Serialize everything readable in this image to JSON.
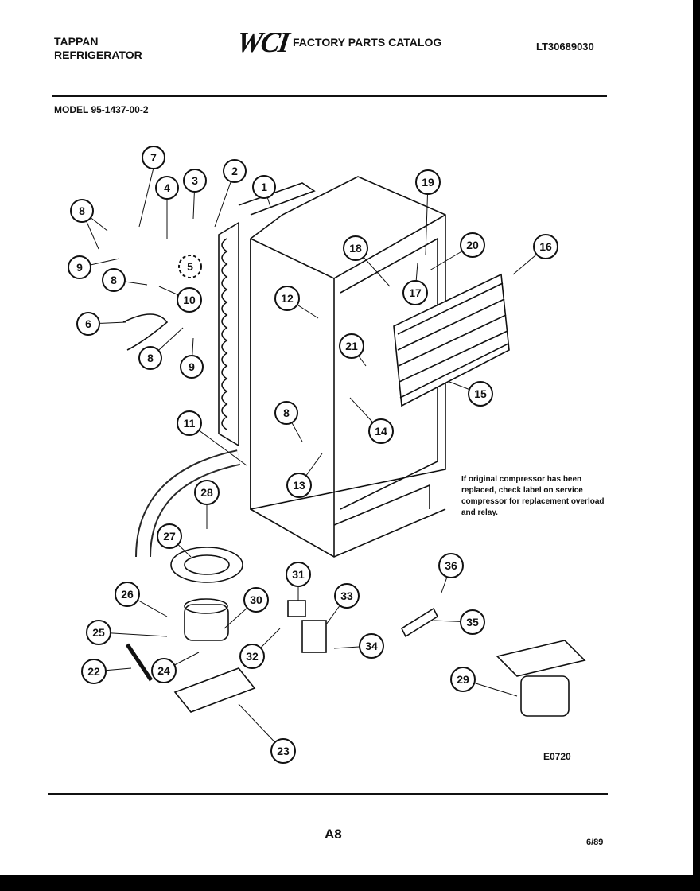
{
  "header": {
    "left_line1": "TAPPAN",
    "left_line2": "REFRIGERATOR",
    "brand": "WCI",
    "catalog": "FACTORY PARTS CATALOG",
    "catalog_number": "LT30689030"
  },
  "model": "MODEL 95-1437-00-2",
  "note": "If original compressor has been replaced, check label on service compressor for replacement overload and relay.",
  "diagram_code": "E0720",
  "page": "A8",
  "date": "6/89",
  "callouts": {
    "c1": "1",
    "c2": "2",
    "c3": "3",
    "c4": "4",
    "c5": "5",
    "c6": "6",
    "c7": "7",
    "c8a": "8",
    "c8b": "8",
    "c8c": "8",
    "c8d": "8",
    "c9a": "9",
    "c9b": "9",
    "c10": "10",
    "c11": "11",
    "c12": "12",
    "c13": "13",
    "c14": "14",
    "c15": "15",
    "c16": "16",
    "c17": "17",
    "c18a": "18",
    "c19": "19",
    "c20": "20",
    "c21": "21",
    "c22": "22",
    "c23": "23",
    "c24": "24",
    "c25": "25",
    "c26": "26",
    "c27": "27",
    "c28": "28",
    "c29": "29",
    "c30": "30",
    "c31": "31",
    "c32": "32",
    "c33": "33",
    "c34": "34",
    "c35": "35",
    "c36": "36"
  }
}
